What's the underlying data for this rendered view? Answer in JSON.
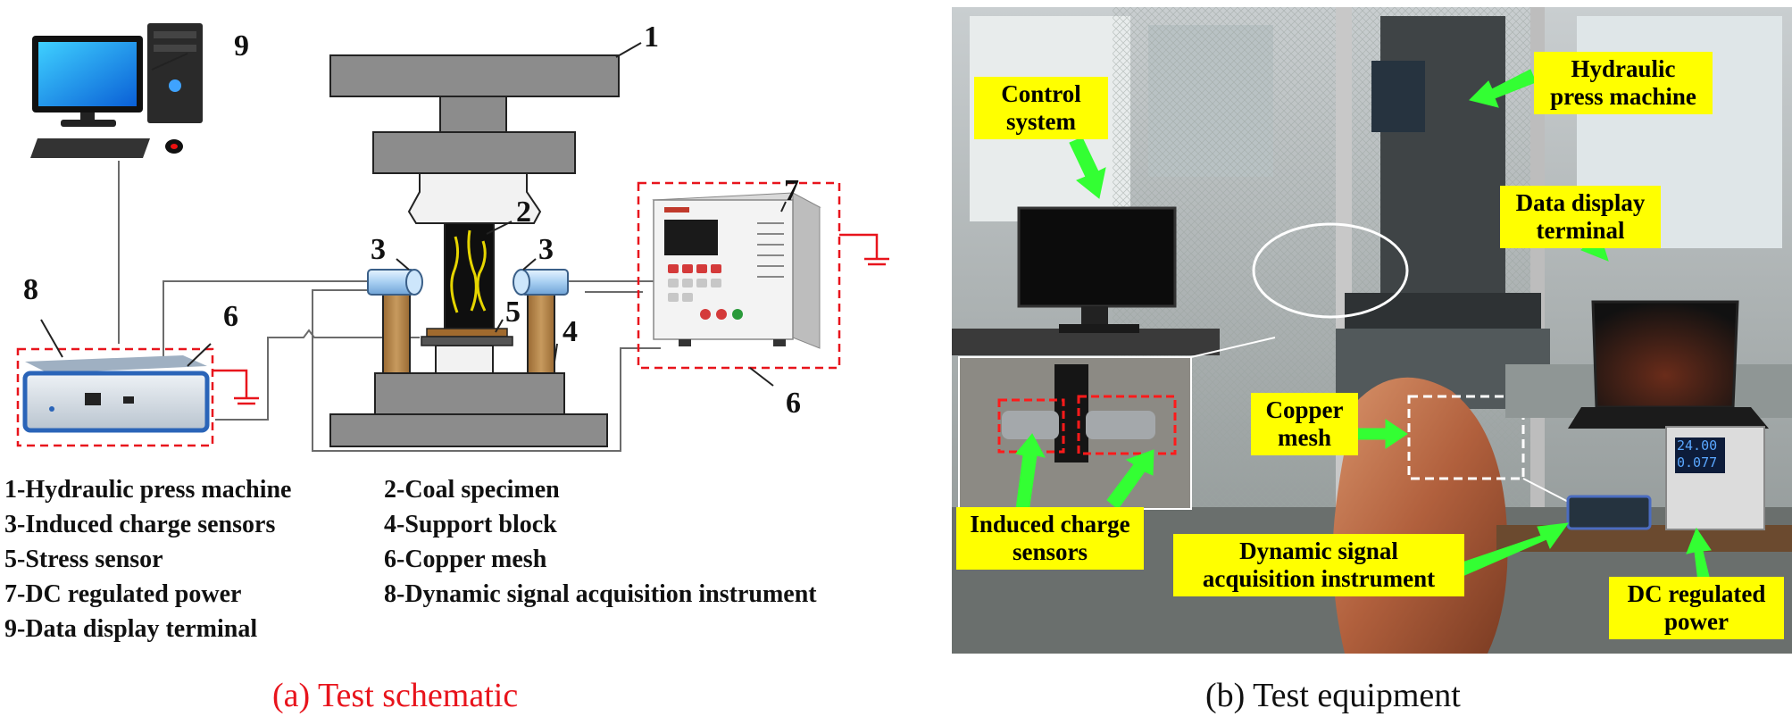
{
  "schematic": {
    "numbers": [
      "1",
      "2",
      "3",
      "3",
      "4",
      "5",
      "6",
      "6",
      "7",
      "8",
      "9"
    ],
    "legend": [
      "1-Hydraulic press machine",
      "2-Coal specimen",
      "3-Induced charge sensors",
      "4-Support block",
      "5-Stress sensor",
      "6-Copper mesh",
      "7-DC regulated power",
      "8-Dynamic signal acquisition instrument",
      "9-Data display terminal"
    ],
    "caption": "(a) Test schematic",
    "caption_color": "#e8141c",
    "mesh_color": "#e8141c"
  },
  "photo": {
    "callouts": [
      "Control system",
      "Hydraulic press machine",
      "Data display terminal",
      "Copper mesh",
      "Induced charge sensors",
      "Dynamic signal acquisition instrument",
      "DC regulated power"
    ],
    "psu_readout": [
      "24.00",
      "0.077"
    ],
    "caption": "(b) Test equipment",
    "callout_color": "#ffff00",
    "arrow_color": "#33ff33"
  }
}
